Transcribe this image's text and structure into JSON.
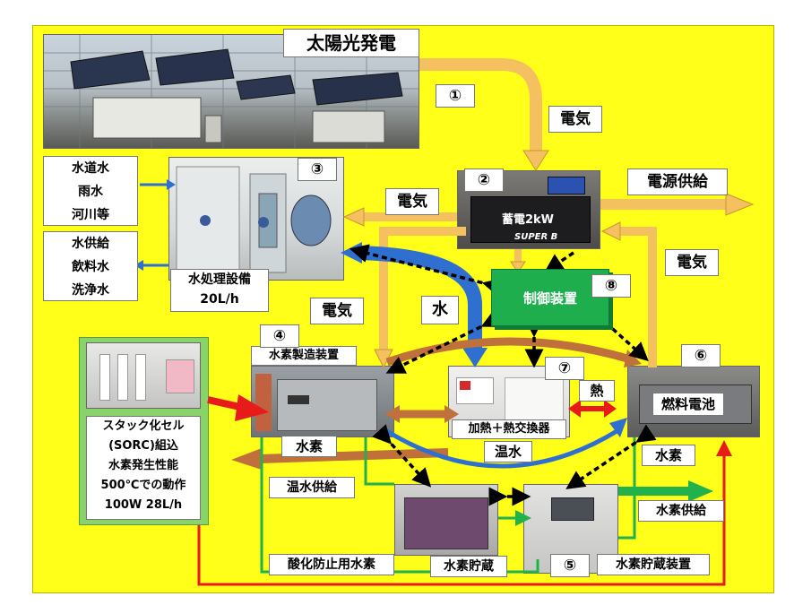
{
  "labels": {
    "solar": "太陽光発電",
    "elec_top": "電気",
    "elec_left": "電気",
    "elec_mid": "電気",
    "elec_right": "電気",
    "power_supply": "電源供給",
    "storage_label": "蓄電2kW",
    "battery_brand": "SUPER B",
    "water": "水",
    "control": "制御装置",
    "water_treatment_1": "水処理設備",
    "water_treatment_2": "20L/h",
    "h2_production": "水素製造装置",
    "fuel_cell": "燃料電池",
    "heat": "熱",
    "heat_exchanger": "加熱＋熱交換器",
    "hot_water": "温水",
    "hydrogen_left": "水素",
    "hydrogen_right": "水素",
    "hot_water_supply": "温水供給",
    "hydrogen_supply": "水素供給",
    "antioxidant_h2": "酸化防止用水素",
    "h2_storage": "水素貯蔵",
    "h2_storage_device": "水素貯蔵装置"
  },
  "water_inputs": [
    "水道水",
    "雨水",
    "河川等"
  ],
  "water_outputs": [
    "水供給",
    "飲料水",
    "洗浄水"
  ],
  "stack_info": [
    "スタック化セル",
    "(SORC)組込",
    "水素発生性能",
    "500℃での動作",
    "100W 28L/h"
  ],
  "numbers": {
    "n1": "①",
    "n2": "②",
    "n3": "③",
    "n4": "④",
    "n5": "⑤",
    "n6": "⑥",
    "n7": "⑦",
    "n8": "⑧"
  },
  "colors": {
    "background": "#ffff1a",
    "electricity_arrow": "#f5c060",
    "water_arrow": "#2f6fd0",
    "hot_water_arrow": "#c0703a",
    "hydrogen_line": "#22b24c",
    "heat_arrow": "#e81b1b",
    "control_box": "#1fae4e",
    "stack_frame": "#8ad36a"
  }
}
